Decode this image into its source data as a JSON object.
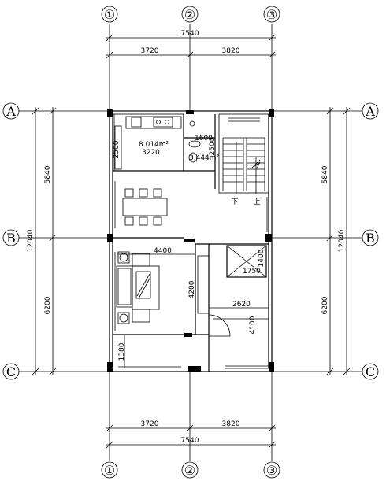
{
  "axes": {
    "top": [
      "①",
      "②",
      "③"
    ],
    "bottom": [
      "①",
      "②",
      "③"
    ],
    "left": [
      "A",
      "B",
      "C"
    ],
    "right": [
      "A",
      "B",
      "C"
    ]
  },
  "dimensions": {
    "top_total": "7540",
    "top_left": "3720",
    "top_right": "3820",
    "bottom_total": "7540",
    "bottom_left": "3720",
    "bottom_right": "3820",
    "left_total": "12040",
    "left_upper": "5840",
    "left_lower": "6200",
    "right_total": "12040",
    "right_upper": "5840",
    "right_lower": "6200"
  },
  "rooms": {
    "kitchen_area": "8.014m²",
    "kitchen_width": "3220",
    "kitchen_depth": "2500",
    "bath_area": "3.444m²",
    "bath_width": "1600",
    "bath_depth": "2500",
    "living_width": "4400",
    "living_depth": "4200",
    "right_room_width": "2620",
    "right_room_depth": "4100",
    "lift_width": "1750",
    "lift_depth": "1400",
    "entry_depth": "1380"
  },
  "stairs": {
    "down": "下",
    "up": "上"
  }
}
